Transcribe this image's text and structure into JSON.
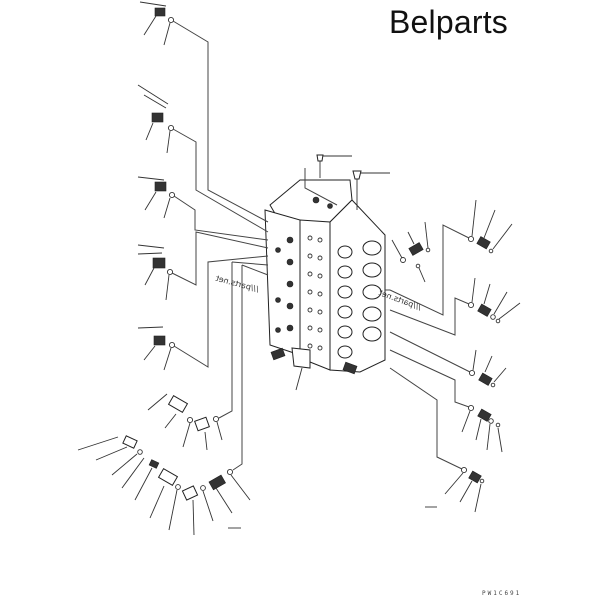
{
  "brand": {
    "title": "Belparts"
  },
  "diagram": {
    "subject": "hydraulic control valve assembly (exploded parts view)",
    "watermark_text": "///parts.net",
    "drawing_reference": "PW1C691",
    "components": [
      {
        "id": "left-fitting-1",
        "kind": "elbow-fitting"
      },
      {
        "id": "left-fitting-2",
        "kind": "elbow-fitting"
      },
      {
        "id": "left-fitting-3",
        "kind": "elbow-fitting"
      },
      {
        "id": "left-fitting-4",
        "kind": "elbow-fitting"
      },
      {
        "id": "left-fitting-5",
        "kind": "elbow-fitting"
      },
      {
        "id": "left-fitting-6",
        "kind": "elbow-fitting"
      },
      {
        "id": "right-fitting-1",
        "kind": "straight-fitting"
      },
      {
        "id": "right-fitting-2",
        "kind": "straight-fitting"
      },
      {
        "id": "right-fitting-3",
        "kind": "straight-fitting"
      },
      {
        "id": "right-fitting-4",
        "kind": "straight-fitting"
      },
      {
        "id": "right-fitting-5",
        "kind": "straight-fitting"
      },
      {
        "id": "bottom-fittings",
        "kind": "valve-and-connector-group"
      },
      {
        "id": "top-plugs",
        "kind": "plug"
      },
      {
        "id": "side-sensor",
        "kind": "pressure-switch"
      }
    ]
  }
}
